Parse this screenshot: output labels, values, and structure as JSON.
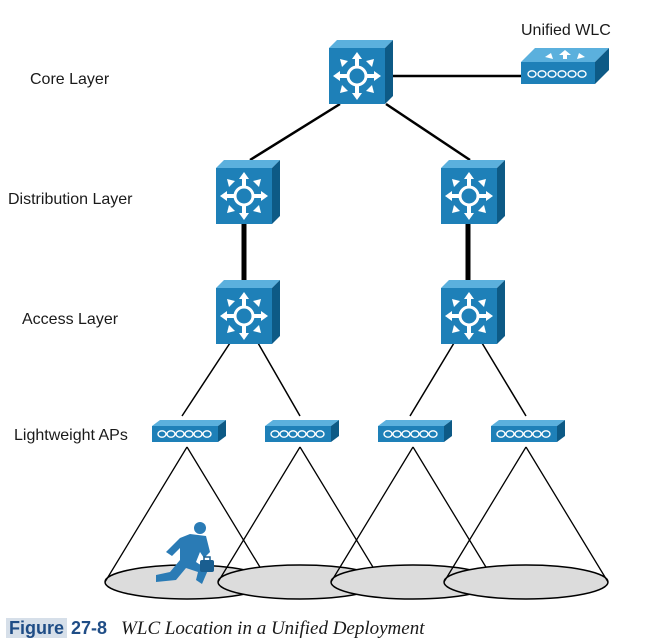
{
  "layers": {
    "core": "Core Layer",
    "distribution": "Distribution Layer",
    "access": "Access Layer",
    "aps": "Lightweight APs"
  },
  "wlc_label": "Unified WLC",
  "caption": {
    "figure_word": "Figure",
    "number": "27-8",
    "title": "WLC Location in a Unified Deployment"
  },
  "colors": {
    "device_blue": "#1e80b8",
    "device_dark": "#0d5a86",
    "device_light": "#5bb0dd",
    "line": "#000000",
    "coverage_fill": "#dcdcdc",
    "caption_blue": "#1f4d86"
  },
  "icons": {
    "switch": "multilayer-switch-icon",
    "access_point": "access-point-icon",
    "controller": "wireless-controller-icon",
    "user": "running-user-icon"
  }
}
